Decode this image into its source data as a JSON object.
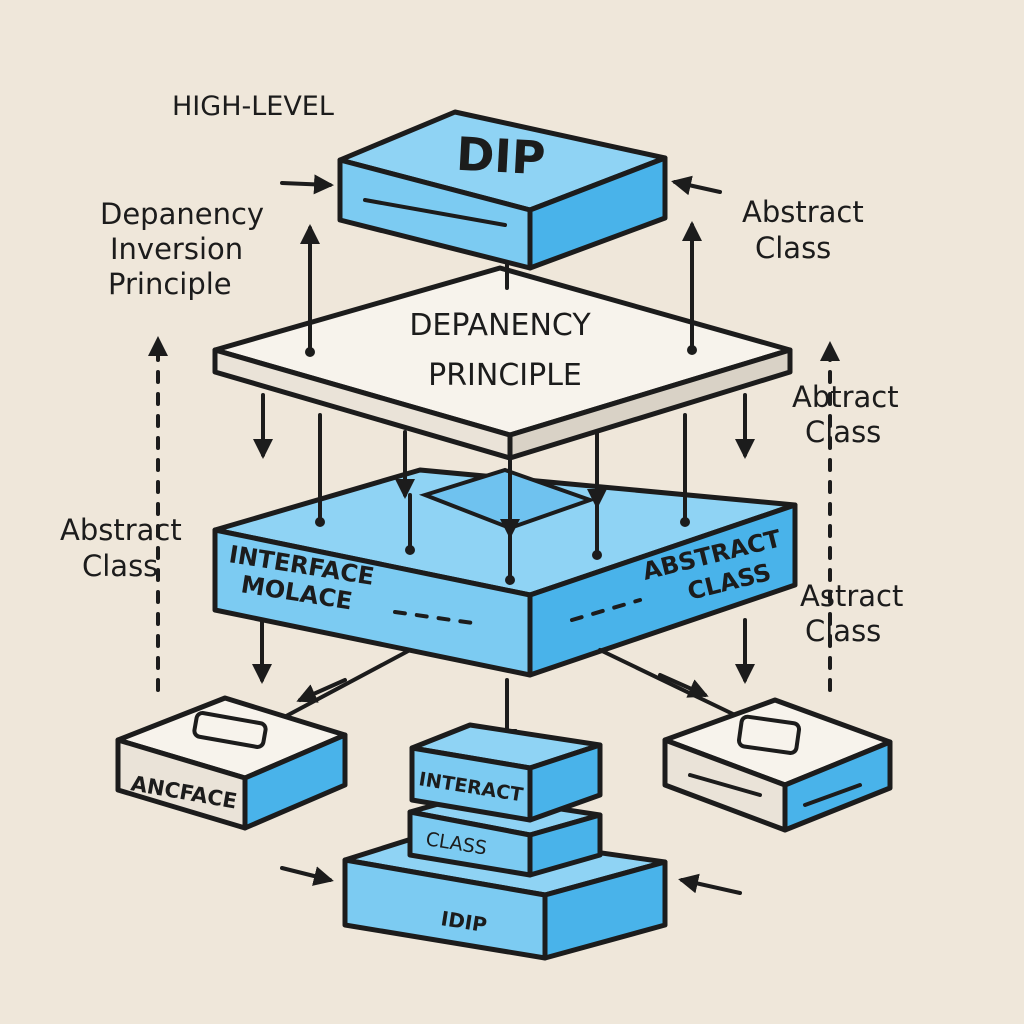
{
  "labels": {
    "high_level": "HIGH-LEVEL",
    "left_title": [
      "Depanency",
      "Inversion",
      "Principle"
    ],
    "abstract_right_top": [
      "Abstract",
      "Class"
    ],
    "abtract_right_mid": [
      "Abtract",
      "Class"
    ],
    "abstract_left": [
      "Abstract",
      "Class"
    ],
    "astract_right_low": [
      "Astract",
      "Class"
    ]
  },
  "boxes": {
    "top": "DIP",
    "platform": [
      "DEPANENCY",
      "PRINCIPLE"
    ],
    "middle_left": [
      "INTERFACE",
      "MOLACE"
    ],
    "middle_right": [
      "ABSTRACT",
      "CLASS"
    ],
    "bottom_left": "ANCFACE",
    "stack_top": "INTERACT",
    "stack_mid": "CLASS",
    "stack_base": "IDIP"
  },
  "colors": {
    "background": "#efe7da",
    "box_blue_top": "#8fd3f4",
    "box_blue_side": "#49b3ea",
    "outline": "#1c1c1c"
  }
}
